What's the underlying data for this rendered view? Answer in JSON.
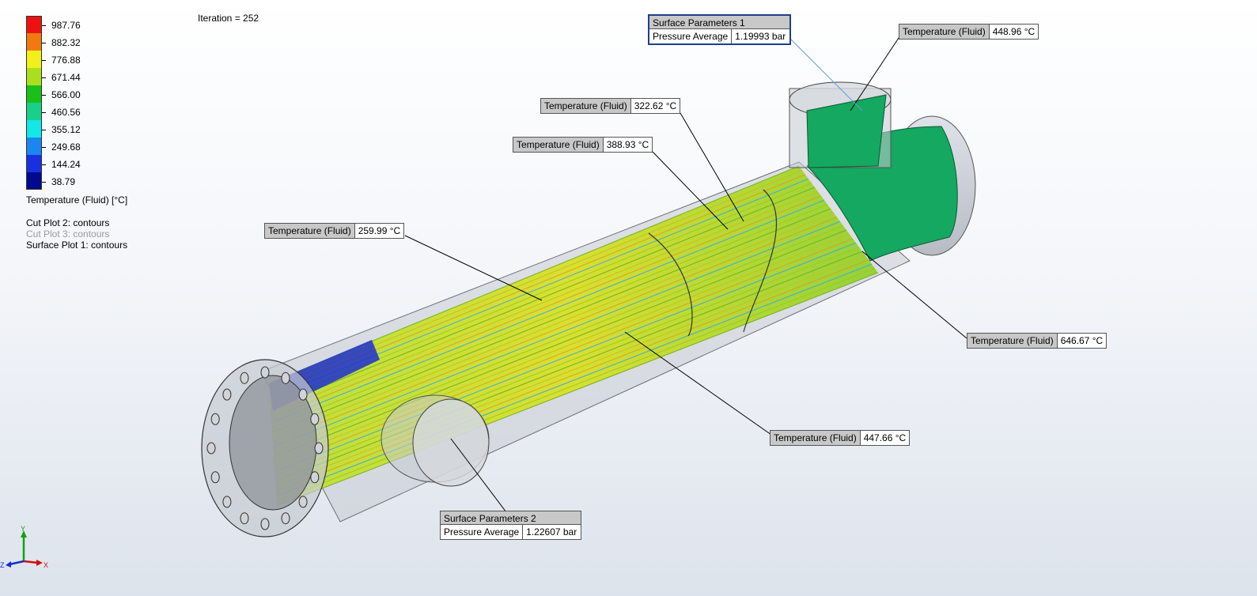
{
  "iteration": "Iteration = 252",
  "legend": {
    "title": "Temperature (Fluid) [°C]",
    "labels": [
      "987.76",
      "882.32",
      "776.88",
      "671.44",
      "566.00",
      "460.56",
      "355.12",
      "249.68",
      "144.24",
      "38.79"
    ],
    "colors": [
      "#ee1111",
      "#f07a10",
      "#f2ef1a",
      "#a8e020",
      "#18c018",
      "#18d08a",
      "#12e8e8",
      "#1a86f0",
      "#1830e0",
      "#000a90"
    ]
  },
  "plot_list": [
    {
      "label": "Cut Plot 2: contours",
      "active": true
    },
    {
      "label": "Cut Plot 3: contours",
      "active": false
    },
    {
      "label": "Surface Plot 1: contours",
      "active": true
    }
  ],
  "probes": [
    {
      "label": "Temperature (Fluid)",
      "value": "448.96 °C"
    },
    {
      "label": "Temperature (Fluid)",
      "value": "322.62 °C"
    },
    {
      "label": "Temperature (Fluid)",
      "value": "388.93 °C"
    },
    {
      "label": "Temperature (Fluid)",
      "value": "259.99 °C"
    },
    {
      "label": "Temperature (Fluid)",
      "value": "646.67 °C"
    },
    {
      "label": "Temperature (Fluid)",
      "value": "447.66 °C"
    }
  ],
  "surface_parameters": [
    {
      "title": "Surface Parameters 1",
      "label": "Pressure Average",
      "value": "1.19993 bar"
    },
    {
      "title": "Surface Parameters 2",
      "label": "Pressure Average",
      "value": "1.22607 bar"
    }
  ],
  "triad": {
    "x": "X",
    "y": "Y",
    "z": "Z"
  }
}
